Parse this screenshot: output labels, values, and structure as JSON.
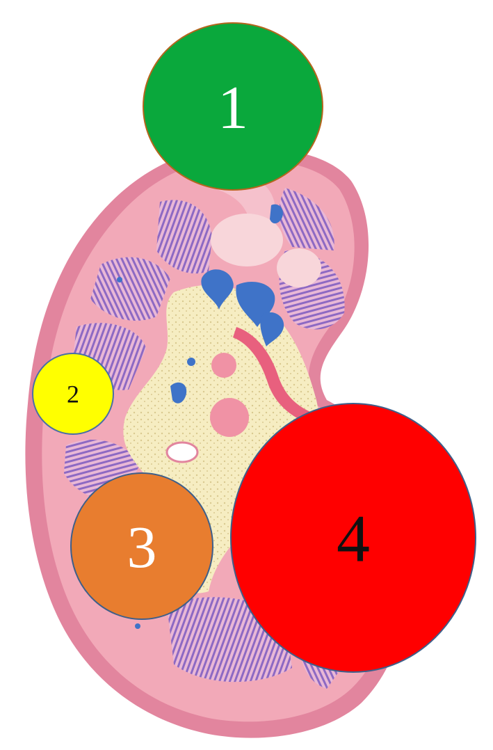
{
  "markers": [
    {
      "label": "1",
      "color": "#0aa83c",
      "text_color": "#ffffff",
      "stroke": "#b5651d"
    },
    {
      "label": "2",
      "color": "#ffff00",
      "text_color": "#111111",
      "stroke": "#4a6fa5"
    },
    {
      "label": "3",
      "color": "#e87d2f",
      "text_color": "#ffffff",
      "stroke": "#3e5f8a"
    },
    {
      "label": "4",
      "color": "#ff0000",
      "text_color": "#111111",
      "stroke": "#3e5f8a"
    }
  ],
  "colors": {
    "capsule": "#e2859e",
    "cortex": "#f2a9b8",
    "pyramid_striations": "#7d5cc0",
    "vessel_blue": "#3f73c8",
    "sinus_fat": "#f6edc2",
    "artery": "#e8607e"
  }
}
